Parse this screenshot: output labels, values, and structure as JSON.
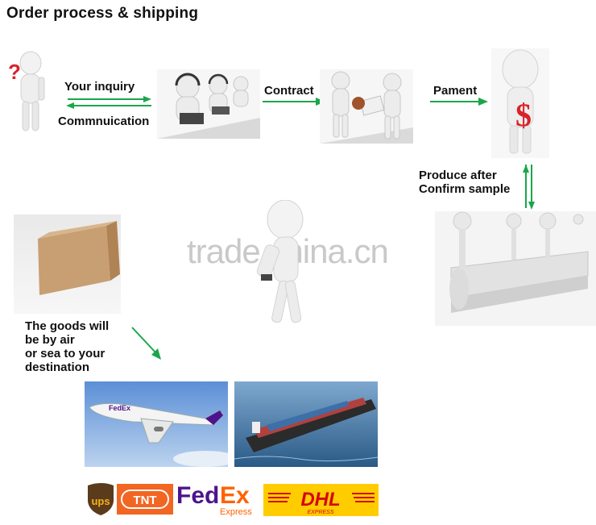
{
  "title": "Order process & shipping",
  "steps": {
    "inquiry": "Your inquiry",
    "communication": "Commnuication",
    "contract": "Contract",
    "payment": "Pament",
    "produce_line1": "Produce after",
    "produce_line2": "Confirm sample",
    "shipping_line1": "The goods will",
    "shipping_line2": "be by air",
    "shipping_line3": "or sea to your",
    "shipping_line4": "destination"
  },
  "watermark": "trade.china.cn",
  "plane_text": "FedEx",
  "carriers": {
    "ups": "ups",
    "tnt": "TNT",
    "fedex_fed": "Fed",
    "fedex_ex": "Ex",
    "fedex_sub": "Express",
    "dhl": "DHL",
    "dhl_sub": "EXPRESS"
  },
  "colors": {
    "arrow": "#1aa64a",
    "dollar": "#d8232a",
    "ups_brown": "#5a3b1b",
    "ups_gold": "#f5b21b",
    "tnt_orange": "#f26522",
    "fedex_purple": "#4d148c",
    "fedex_orange": "#ff6200",
    "dhl_yellow": "#ffcc00",
    "dhl_red": "#d40511"
  },
  "icons": [
    "question-mark-icon",
    "headset-icon",
    "handshake-icon",
    "dollar-icon",
    "conveyor-icon",
    "box-icon",
    "airplane-icon",
    "ship-icon"
  ]
}
